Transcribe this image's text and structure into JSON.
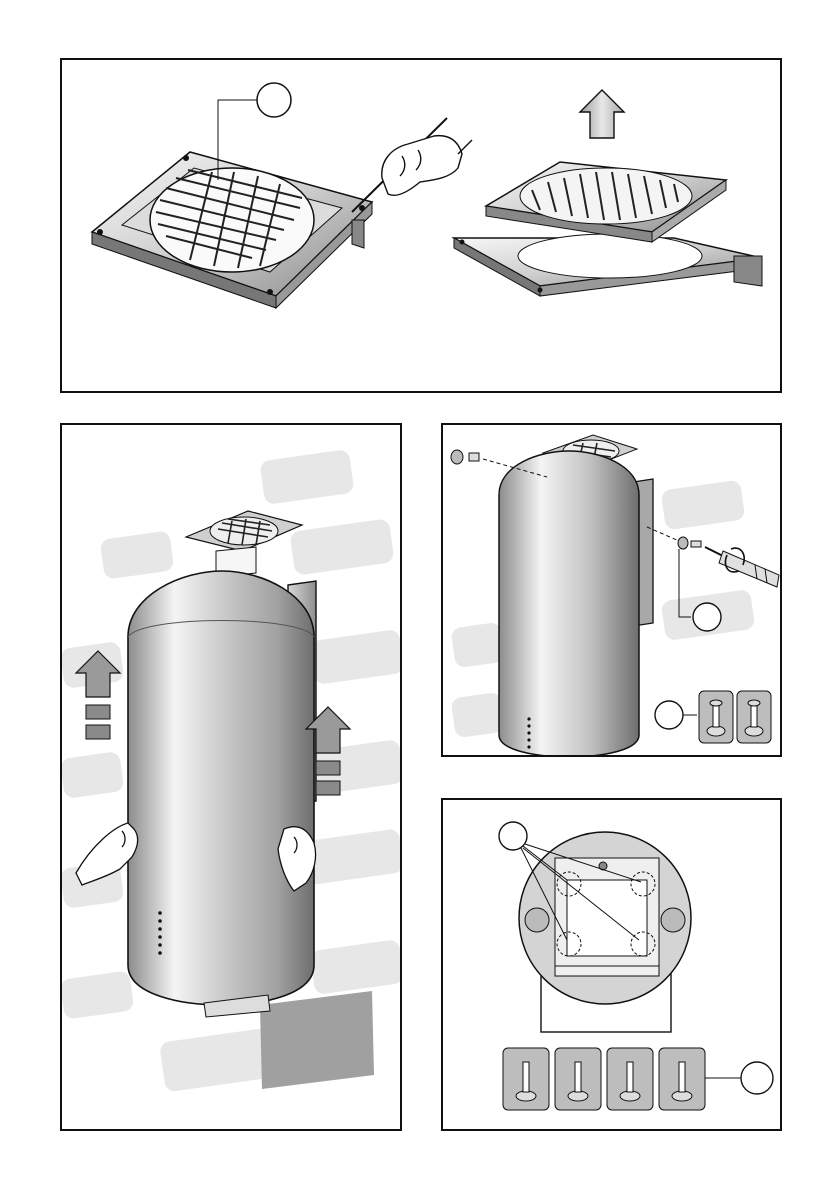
{
  "panels": [
    {
      "id": "panel-remove-grille",
      "callouts": [
        ""
      ]
    },
    {
      "id": "panel-fit-chimney",
      "callouts": []
    },
    {
      "id": "panel-screw-side",
      "callouts": [
        "",
        ""
      ]
    },
    {
      "id": "panel-screw-bottom",
      "callouts": [
        "",
        ""
      ]
    }
  ],
  "colors": {
    "line": "#111111",
    "metal_light": "#f2f2f2",
    "metal_mid": "#c8c8c8",
    "metal_dark": "#7a7a7a",
    "wall_brick": "#e6e6e6",
    "shadow": "#9a9a9a",
    "screw_box": "#bdbdbd"
  },
  "icons": [
    "up-arrow-icon",
    "screw-icon",
    "screwdriver-icon",
    "hand-icon"
  ]
}
